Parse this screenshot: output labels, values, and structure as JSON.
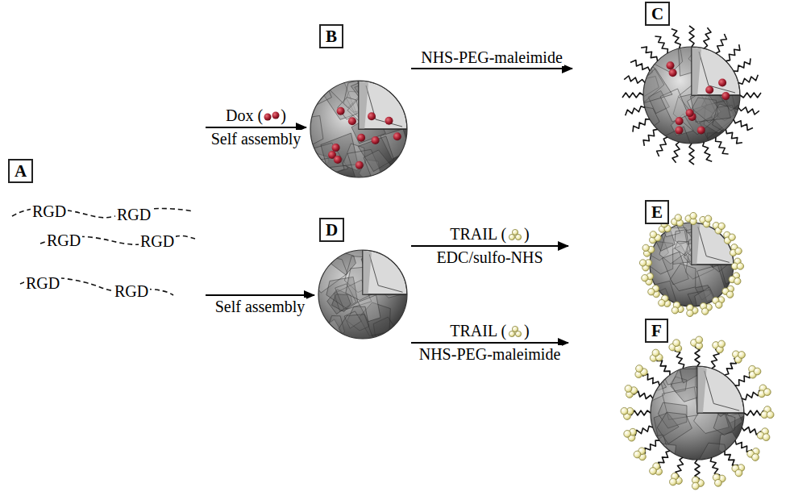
{
  "diagram": {
    "nodes": [
      {
        "text": [
          "A"
        ]
      },
      {
        "text": [
          "B"
        ]
      },
      {
        "text": [
          "C"
        ]
      },
      {
        "text": [
          "D"
        ]
      },
      {
        "text": [
          "E"
        ]
      },
      {
        "text": [
          "F"
        ]
      }
    ],
    "edges": [
      {
        "from": 0,
        "to": 1,
        "arrow": "to",
        "label": "Self assembly"
      },
      {
        "from": 1,
        "to": 2,
        "arrow": "to",
        "label": "NHS-PEG-maleimide"
      },
      {
        "from": 0,
        "to": 3,
        "arrow": "to",
        "label": "Self assembly"
      },
      {
        "from": 3,
        "to": 4,
        "arrow": "to",
        "label": "EDC/sulfo-NHS"
      },
      {
        "from": 3,
        "to": 5,
        "arrow": "to",
        "label": "NHS-PEG-maleimide"
      }
    ],
    "labels": [
      "RGD",
      "RGD",
      "RGD",
      "RGD",
      "RGD",
      "RGD",
      "Dox (",
      ")",
      "TRAIL (",
      ")",
      "TRAIL (",
      ")"
    ]
  }
}
